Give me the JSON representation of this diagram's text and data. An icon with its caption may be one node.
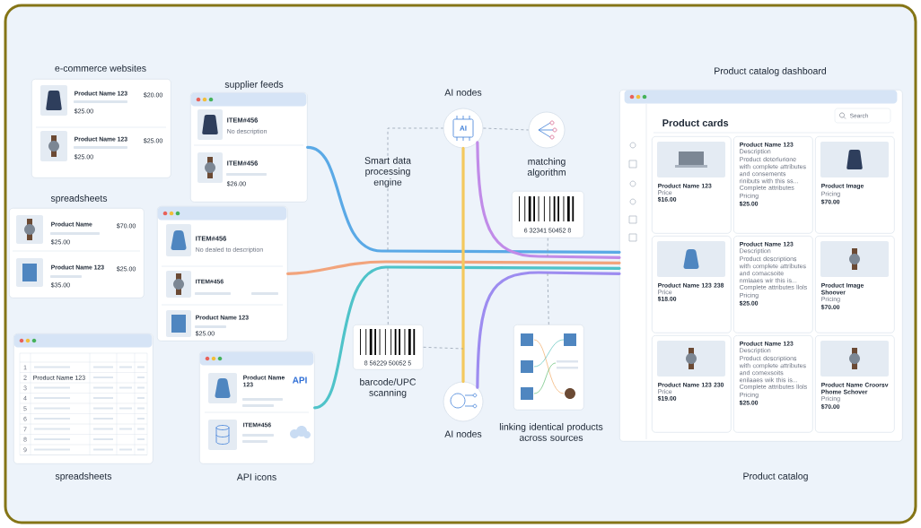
{
  "diagram": {
    "nodes": [
      {
        "text": [
          "e-commerce websites",
          "Product Name 123",
          "$20.00",
          "$25.00",
          "Product Name 123",
          "$25.00",
          "$25.00"
        ]
      },
      {
        "text": [
          "supplier feeds",
          "ITEM#456",
          "No description",
          "ITEM#456",
          "$26.00"
        ]
      },
      {
        "text": [
          "spreadsheets",
          "Product Name",
          "$70.00",
          "$25.00",
          "Product Name 123",
          "$25.00",
          "$35.00"
        ]
      },
      {
        "text": [
          "ITEM#456",
          "No dealed to description",
          "ITEM#456",
          "Product Name 123",
          "$25.00"
        ]
      },
      {
        "text": [
          "1",
          "2",
          "Product Name 123",
          "3",
          "4",
          "5",
          "6",
          "7",
          "8",
          "9"
        ],
        "beside": [
          "spreadsheets"
        ]
      },
      {
        "text": [
          "Product Name 123",
          "API",
          "ITEM#456"
        ],
        "beside": [
          "API icons"
        ]
      },
      {
        "text": [
          "AI nodes",
          "AI"
        ]
      },
      {
        "text": [
          "Smart data processing engine"
        ]
      },
      {
        "text": [
          "matching algorithm"
        ]
      },
      {
        "text": [
          "6 32341 50452 8"
        ]
      },
      {
        "text": [
          "8 56229 50052 5",
          "barcode/UPC scanning"
        ]
      },
      {
        "text": [
          "AI nodes"
        ]
      },
      {
        "text": [
          "linking identical products across sources"
        ]
      },
      {
        "text": [
          "Product catalog dashboard",
          "Product cards",
          "Search"
        ],
        "beside": [
          "Product catalog"
        ]
      },
      {
        "text": [
          "Product Name 123",
          "Price",
          "$16.00"
        ],
        "in": 13
      },
      {
        "text": [
          "Product Name 123",
          "Description",
          "Product deterlurione with complete attributes and consements rinibuts with this ss...",
          "Complete attributes",
          "Pricing",
          "$25.00"
        ],
        "in": 13
      },
      {
        "text": [
          "Product Image",
          "Pricing",
          "$70.00"
        ],
        "in": 13
      },
      {
        "text": [
          "Product Name 123 238",
          "Price",
          "$18.00"
        ],
        "in": 13
      },
      {
        "text": [
          "Product Name 123",
          "Description",
          "Product descriptions with complete attributes and comacsoite nmlaaes wir this is...",
          "Complete attributes llols",
          "Pricing",
          "$25.00"
        ],
        "in": 13
      },
      {
        "text": [
          "Product Image Shoover",
          "Pricing",
          "$70.00"
        ],
        "in": 13
      },
      {
        "text": [
          "Product Name 123 230",
          "Price",
          "$19.00"
        ],
        "in": 13
      },
      {
        "text": [
          "Product Name 123",
          "Description",
          "Product descriptions with complete attributes and comexsoits enilaaes wik this is...",
          "Complete attributes llols",
          "Pricing",
          "$25.00"
        ],
        "in": 13
      },
      {
        "text": [
          "Product Name Croorsv Phome Schover",
          "Pricing",
          "$70.00"
        ],
        "in": 13
      }
    ],
    "edges": [
      {
        "from": 1,
        "to": 13,
        "arrow": "none",
        "style": "thick",
        "color": "#5aa9e6"
      },
      {
        "from": 3,
        "to": 13,
        "arrow": "none",
        "style": "thick",
        "color": "#f2a47c"
      },
      {
        "from": 5,
        "to": 13,
        "arrow": "none",
        "style": "thick",
        "color": "#4fc3c9"
      },
      {
        "from": 6,
        "to": 11,
        "arrow": "none",
        "style": "thick",
        "color": "#f4c95d"
      },
      {
        "from": 6,
        "to": 13,
        "arrow": "none",
        "style": "thick",
        "color": "#c18be8"
      },
      {
        "from": 11,
        "to": 13,
        "arrow": "none",
        "style": "thick",
        "color": "#9d8cf0"
      },
      {
        "from": 7,
        "to": 6,
        "arrow": "none",
        "style": "dashed"
      },
      {
        "from": 7,
        "to": null,
        "arrow": "none",
        "style": "dashed"
      },
      {
        "from": 6,
        "to": 8,
        "arrow": "none",
        "style": "dashed"
      },
      {
        "from": 9,
        "to": null,
        "arrow": "none",
        "style": "dashed"
      },
      {
        "from": 10,
        "to": null,
        "arrow": "none",
        "style": "dashed"
      },
      {
        "from": 10,
        "to": null,
        "arrow": "none",
        "style": "dashed"
      },
      {
        "from": 12,
        "to": null,
        "arrow": "none",
        "style": "dashed"
      }
    ]
  }
}
